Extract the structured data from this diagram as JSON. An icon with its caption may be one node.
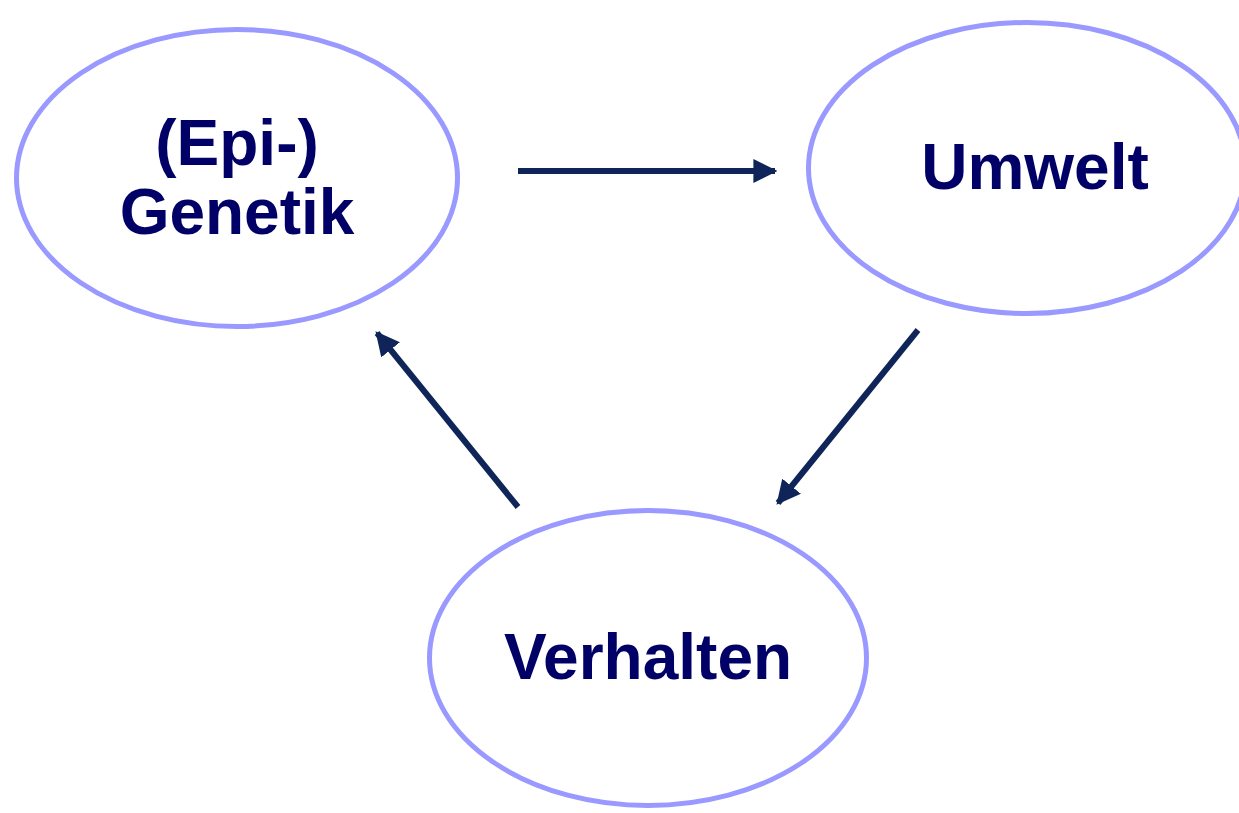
{
  "diagram": {
    "nodes": [
      {
        "text": [
          "(Epi-) Genetik"
        ]
      },
      {
        "text": [
          "Umwelt"
        ]
      },
      {
        "text": [
          "Verhalten"
        ]
      }
    ],
    "edges": [
      {
        "from": 0,
        "to": 1,
        "arrow": "to"
      },
      {
        "from": 1,
        "to": 2,
        "arrow": "to"
      },
      {
        "from": 2,
        "to": 0,
        "arrow": "to"
      }
    ]
  }
}
